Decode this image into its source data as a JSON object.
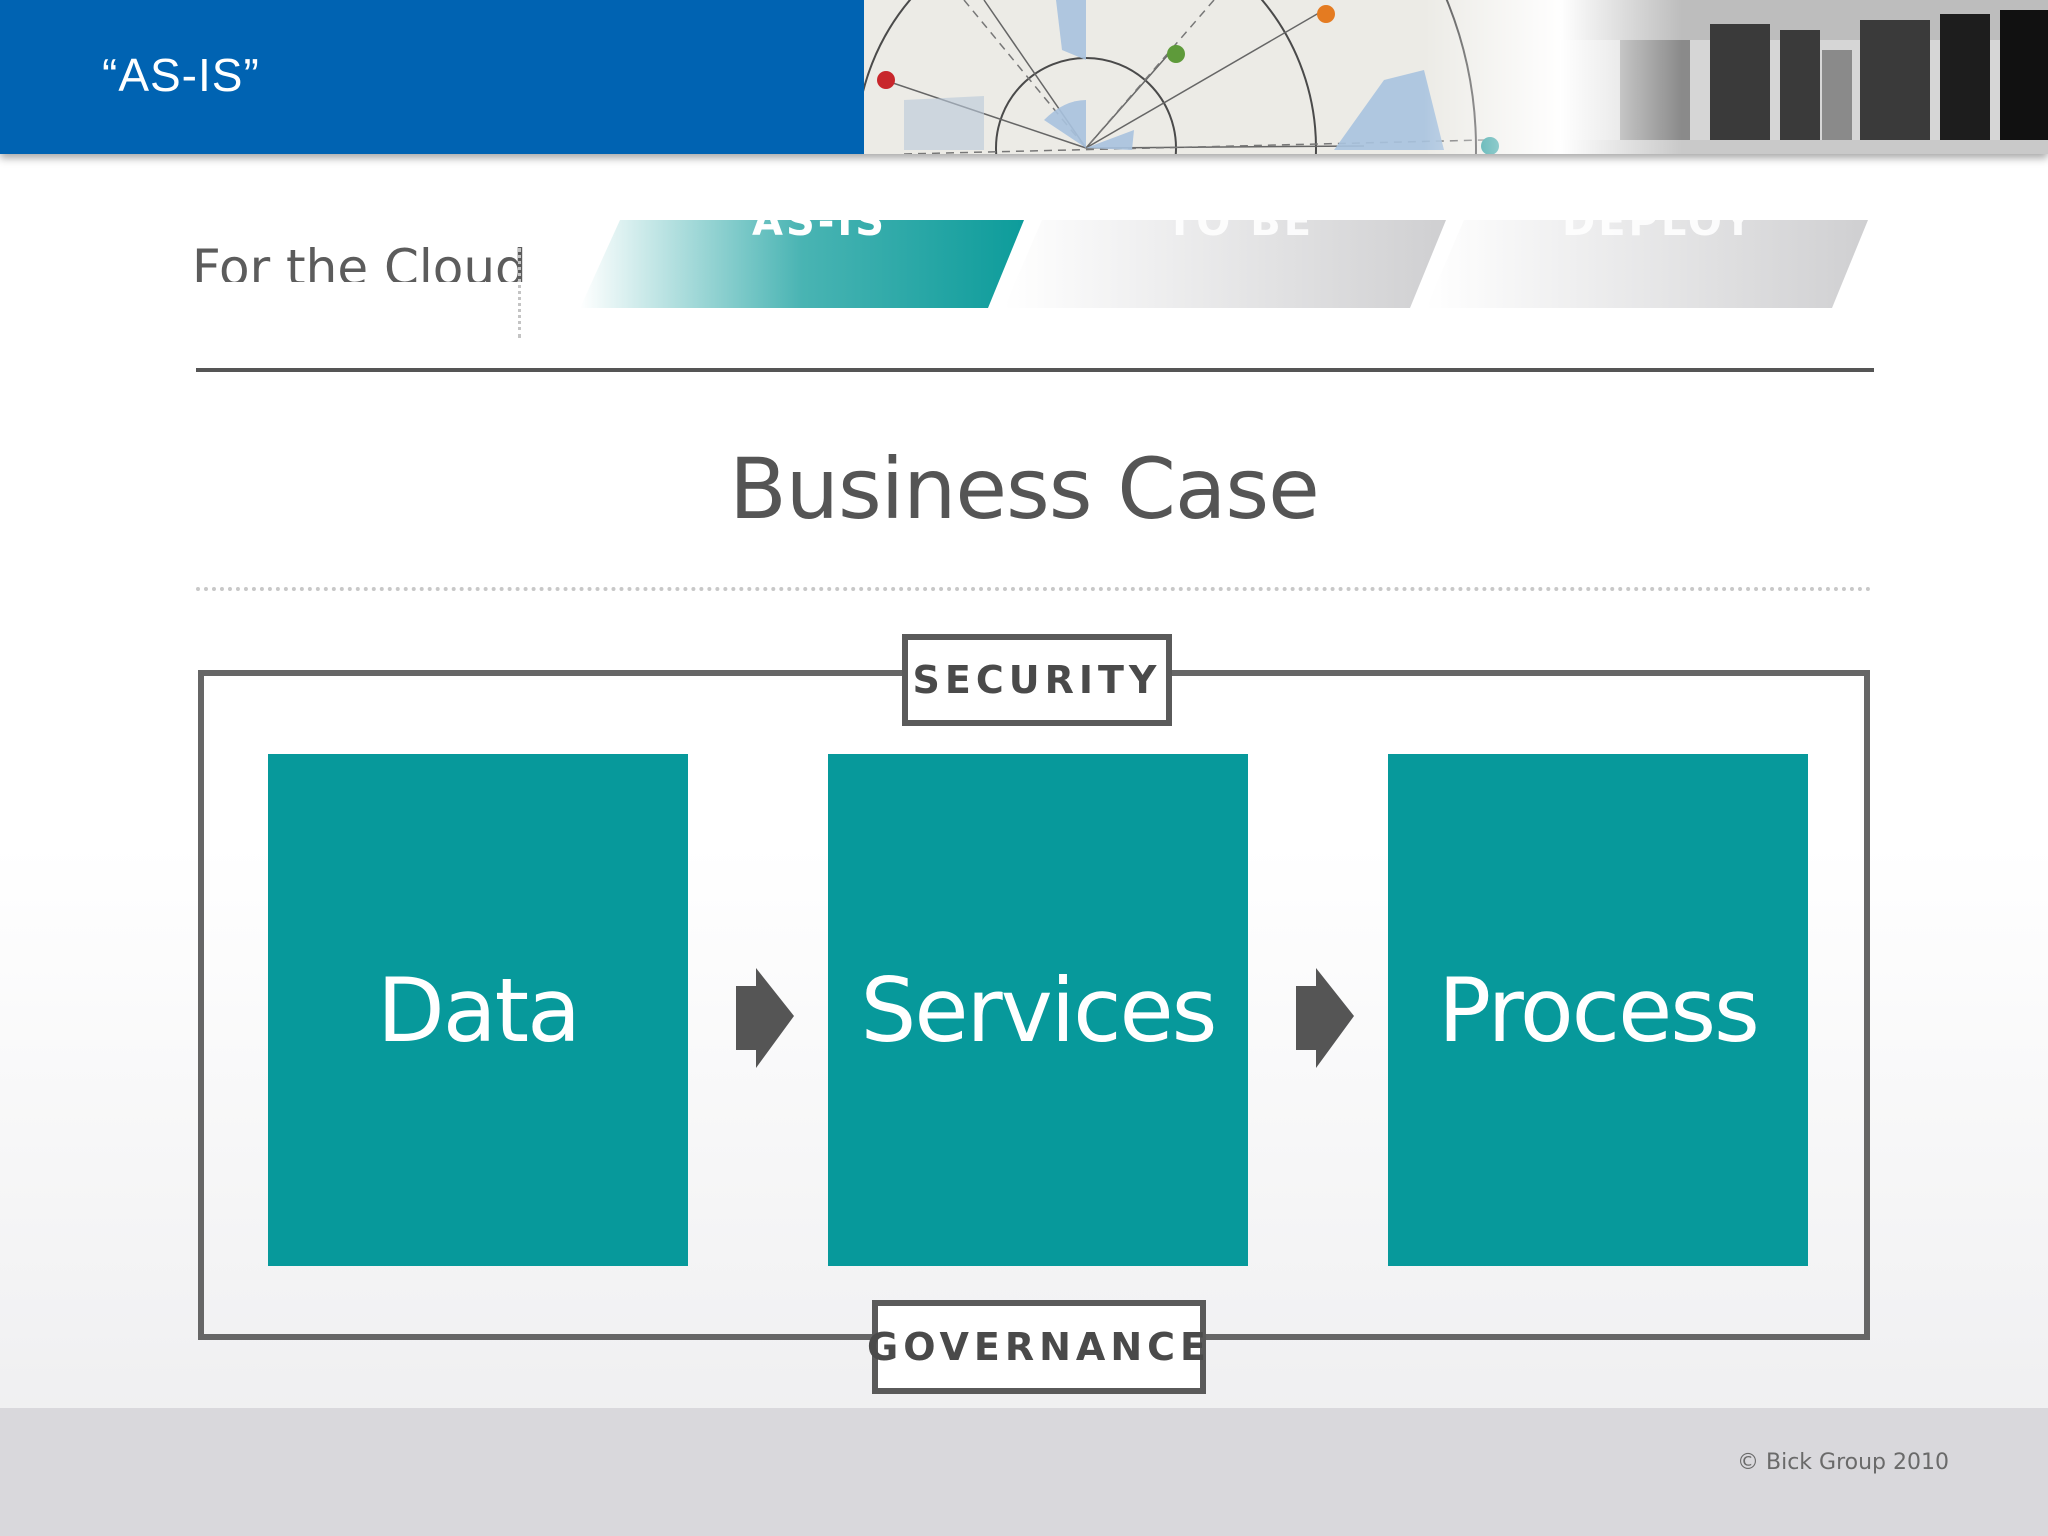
{
  "slide": {
    "title": "“AS-IS”"
  },
  "stages": {
    "tagline": "For the Cloud",
    "items": [
      {
        "label": "AS-IS"
      },
      {
        "label": "TO BE"
      },
      {
        "label": "DEPLOY"
      }
    ]
  },
  "diagram": {
    "heading": "Business Case",
    "top_tag": "SECURITY",
    "bottom_tag": "GOVERNANCE",
    "blocks": [
      {
        "label": "Data"
      },
      {
        "label": "Services"
      },
      {
        "label": "Process"
      }
    ]
  },
  "footer": {
    "copyright": "© Bick Group 2010"
  },
  "colors": {
    "header_blue": "#0063b2",
    "teal": "#07999b",
    "frame_gray": "#666666",
    "footer_gray": "#d9d8dc"
  },
  "icons": [
    "right-arrow-icon",
    "radar-graphic",
    "datacenter-photo"
  ]
}
